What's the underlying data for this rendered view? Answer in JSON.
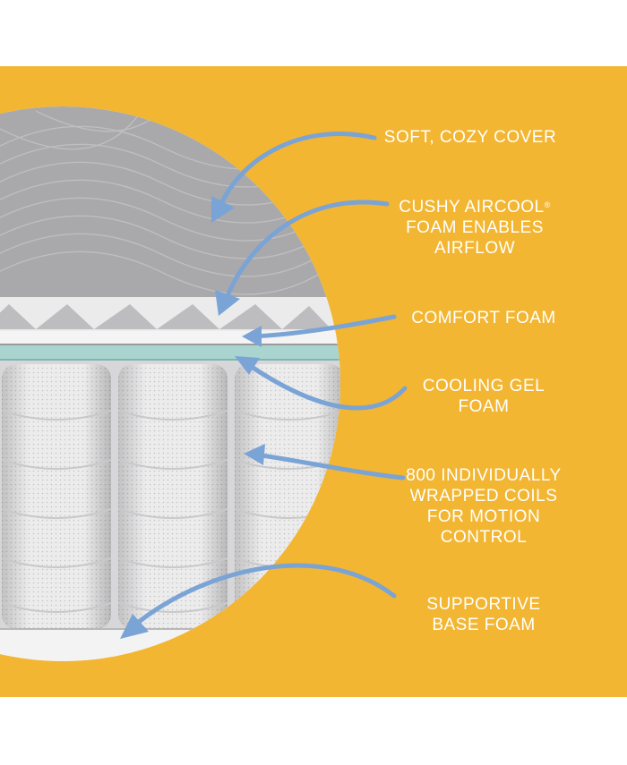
{
  "colors": {
    "background": "#f2b632",
    "arrow": "#7aa3d6",
    "label_text": "#ffffff",
    "cover": "#a9a9ab",
    "cooling_gel": "#a9d4cf",
    "coils": "#e9e9ea"
  },
  "labels": [
    {
      "id": "cover",
      "lines": [
        "Soft, cozy cover"
      ]
    },
    {
      "id": "aircool",
      "lines": [
        "Cushy AirCool",
        "foam enables",
        "airflow"
      ],
      "mark": "®"
    },
    {
      "id": "comfort",
      "lines": [
        "Comfort foam"
      ]
    },
    {
      "id": "gel",
      "lines": [
        "Cooling gel",
        "foam"
      ]
    },
    {
      "id": "coils",
      "lines": [
        "800 individually",
        "wrapped coils",
        "for motion",
        "control"
      ]
    },
    {
      "id": "base",
      "lines": [
        "Supportive",
        "base foam"
      ]
    }
  ]
}
